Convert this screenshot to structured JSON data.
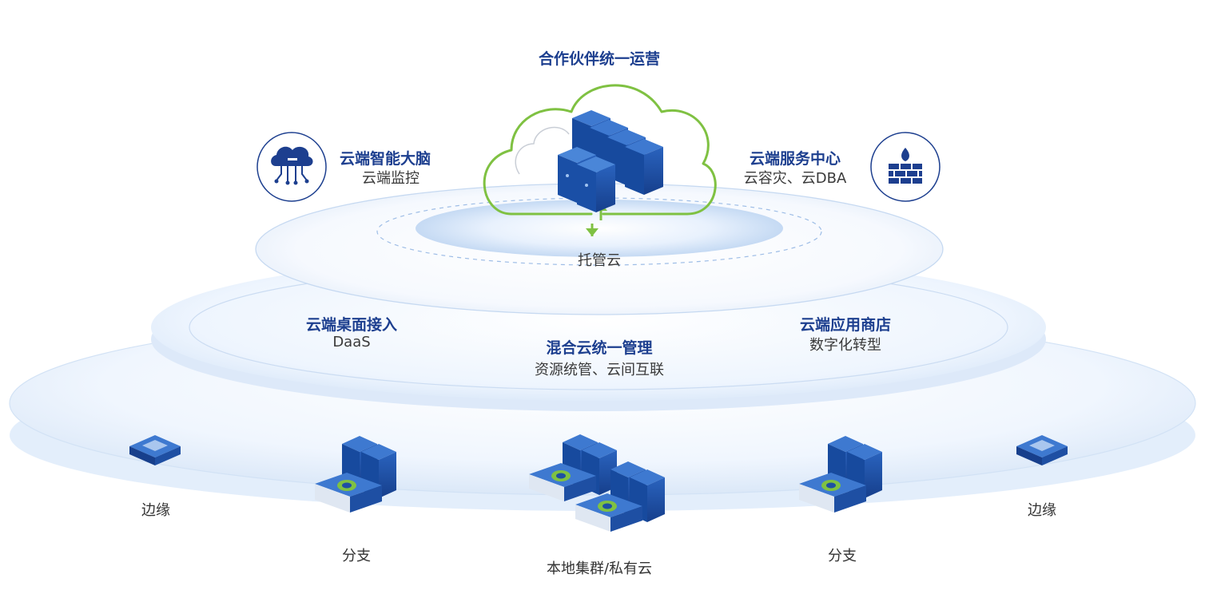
{
  "top": {
    "title": "合作伙伴统一运营"
  },
  "cloud_brain": {
    "title": "云端智能大脑",
    "subtitle": "云端监控",
    "icon": "cloud-network-icon"
  },
  "cloud_service": {
    "title": "云端服务中心",
    "subtitle": "云容灾、云DBA",
    "icon": "firewall-icon"
  },
  "managed_cloud": {
    "label": "托管云"
  },
  "desktop": {
    "title": "云端桌面接入",
    "subtitle": "DaaS"
  },
  "hybrid": {
    "title": "混合云统一管理",
    "subtitle": "资源统管、云间互联"
  },
  "app_store": {
    "title": "云端应用商店",
    "subtitle": "数字化转型"
  },
  "nodes": {
    "edge_left": "边缘",
    "branch_left": "分支",
    "local": "本地集群/私有云",
    "branch_right": "分支",
    "edge_right": "边缘"
  },
  "colors": {
    "primary": "#1d3f8f",
    "server_blue": "#1e4fa3",
    "accent_green": "#7fc142",
    "ring_fill": "#eaf2fd",
    "ring_stroke": "#c9dcf3"
  }
}
